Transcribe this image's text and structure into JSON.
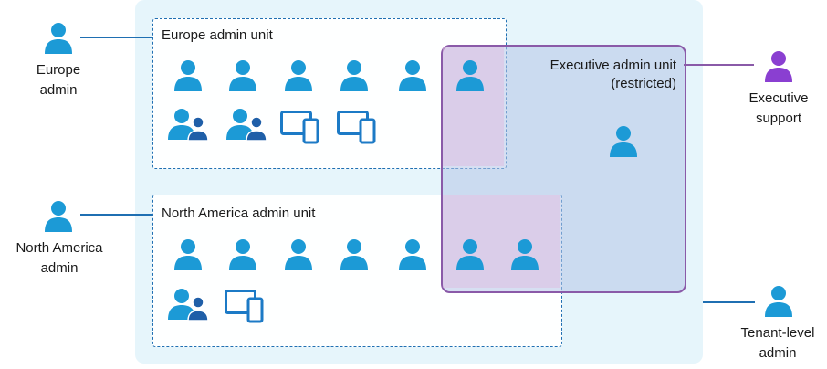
{
  "colors": {
    "tenant_background": "#e6f5fb",
    "unit_border": "#1f6fb2",
    "restricted_border": "#8a5aa8",
    "user_icon": "#1c9ad6",
    "executive_icon": "#8a3fd1"
  },
  "admin_units": {
    "europe": {
      "label": "Europe admin unit"
    },
    "north_america": {
      "label": "North America admin unit"
    },
    "executive": {
      "label_line1": "Executive admin unit",
      "label_line2": "(restricted)"
    }
  },
  "roles": {
    "europe_admin": {
      "line1": "Europe",
      "line2": "admin"
    },
    "north_america_admin": {
      "line1": "North America",
      "line2": "admin"
    },
    "executive_support": {
      "line1": "Executive",
      "line2": "support"
    },
    "tenant_admin": {
      "line1": "Tenant-level",
      "line2": "admin"
    }
  },
  "icons": {
    "user": "user-icon",
    "group": "group-icon",
    "device": "device-icon",
    "executive_user": "executive-user-icon"
  }
}
